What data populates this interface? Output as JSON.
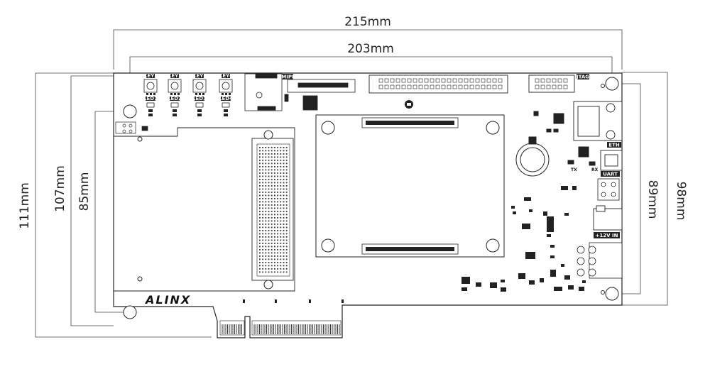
{
  "dimensions": {
    "width_outer": "215mm",
    "width_inner": "203mm",
    "height_111": "111mm",
    "height_107": "107mm",
    "height_85": "85mm",
    "height_89": "89mm",
    "height_98": "98mm"
  },
  "board": {
    "brand": "ALINX",
    "keys": [
      "KEY1",
      "KEY2",
      "KEY3",
      "KEY4"
    ],
    "leds": [
      "LED1",
      "LED2",
      "LED3",
      "LED4"
    ],
    "connectors": {
      "mipi": "MIPI",
      "jtag": "JTAG",
      "eth": "ETH",
      "uart": "UART",
      "power": "+12V IN",
      "tx": "TX",
      "rx": "RX"
    }
  },
  "colors": {
    "line": "#222222",
    "board_fill": "#ffffff"
  }
}
